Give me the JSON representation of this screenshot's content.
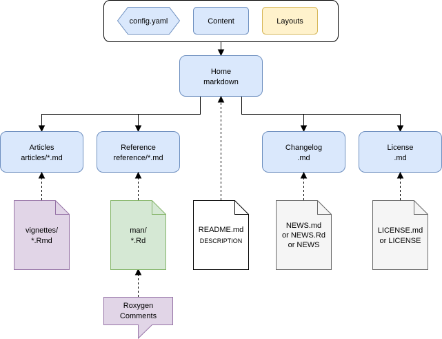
{
  "legend": {
    "config": "config.yaml",
    "content": "Content",
    "layouts": "Layouts"
  },
  "home": {
    "line1": "Home",
    "line2": "markdown"
  },
  "articles": {
    "line1": "Articles",
    "line2": "articles/*.md"
  },
  "reference": {
    "line1": "Reference",
    "line2": "reference/*.md"
  },
  "changelog": {
    "line1": "Changelog",
    "line2": ".md"
  },
  "license": {
    "line1": "License",
    "line2": ".md"
  },
  "docs": {
    "vignettes": {
      "line1": "vignettes/",
      "line2": "*.Rmd"
    },
    "man": {
      "line1": "man/",
      "line2": "*.Rd"
    },
    "readme": {
      "line1": "README.md",
      "line2": "DESCRIPTION"
    },
    "news": {
      "line1": "NEWS.md",
      "line2": "or NEWS.Rd",
      "line3": "or NEWS"
    },
    "licensefile": {
      "line1": "LICENSE.md",
      "line2": "or LICENSE"
    }
  },
  "roxygen": {
    "line1": "Roxygen",
    "line2": "Comments"
  },
  "colors": {
    "blue_fill": "#dae8fc",
    "blue_stroke": "#6c8ebf",
    "yellow_fill": "#fff2cc",
    "yellow_stroke": "#d6b656",
    "purple_fill": "#e1d5e7",
    "purple_stroke": "#9673a6",
    "green_fill": "#d5e8d4",
    "green_stroke": "#82b366",
    "grey_fill": "#f5f5f5",
    "grey_stroke": "#666666"
  }
}
